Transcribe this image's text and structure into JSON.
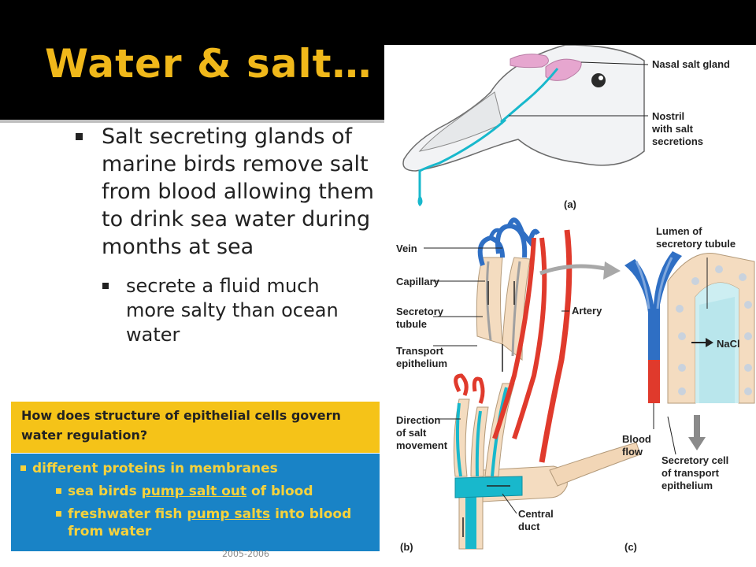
{
  "slide": {
    "title": "Water & salt…",
    "bullet_main": "Salt secreting glands of marine birds remove salt from blood allowing them to drink sea water during months at sea",
    "bullet_sub": "secrete a fluid much more salty than ocean water",
    "question": "How does structure of epithelial cells govern water regulation?",
    "answers": {
      "a1": "different proteins in membranes",
      "a2_before": "sea birds ",
      "a2_link": "pump salt out",
      "a2_after": " of blood",
      "a3_before": "freshwater fish ",
      "a3_link": "pump salts",
      "a3_after": " into blood from water"
    },
    "footer": "2005-2006"
  },
  "figure": {
    "labels": {
      "nasal_gland": "Nasal salt gland",
      "nostril_1": "Nostril",
      "nostril_2": "with salt",
      "nostril_3": "secretions",
      "vein": "Vein",
      "capillary": "Capillary",
      "secretory_1": "Secretory",
      "secretory_2": "tubule",
      "transport_1": "Transport",
      "transport_2": "epithelium",
      "direction_1": "Direction",
      "direction_2": "of salt",
      "direction_3": "movement",
      "artery": "Artery",
      "central_1": "Central",
      "central_2": "duct",
      "lumen_1": "Lumen of",
      "lumen_2": "secretory tubule",
      "nacl": "NaCl",
      "blood_1": "Blood",
      "blood_2": "flow",
      "cell_1": "Secretory cell",
      "cell_2": "of transport",
      "cell_3": "epithelium",
      "panel_a": "(a)",
      "panel_b": "(b)",
      "panel_c": "(c)"
    },
    "colors": {
      "artery": "#e03a2c",
      "vein": "#2f6fc4",
      "salt_fluid": "#18b8cc",
      "gland": "#e6a6cf",
      "tissue": "#f4dcc0"
    }
  }
}
